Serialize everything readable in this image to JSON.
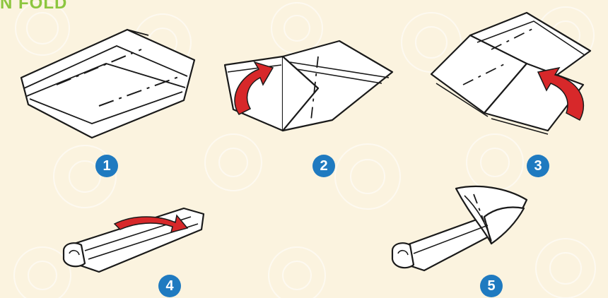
{
  "title": "N FOLD",
  "colors": {
    "background": "#fbf3df",
    "title": "#8cc63f",
    "badge": "#1f7ac0",
    "arrow": "#d7282a",
    "ink": "#1a1a1a"
  },
  "steps": [
    {
      "number": "1",
      "illustration": "flat-square-with-dashed-fold-lines"
    },
    {
      "number": "2",
      "illustration": "fold-left-side-over-arrow"
    },
    {
      "number": "3",
      "illustration": "fold-right-side-over-arrow"
    },
    {
      "number": "4",
      "illustration": "roll-folded-strip-arrow"
    },
    {
      "number": "5",
      "illustration": "finished-puff-fold"
    }
  ]
}
